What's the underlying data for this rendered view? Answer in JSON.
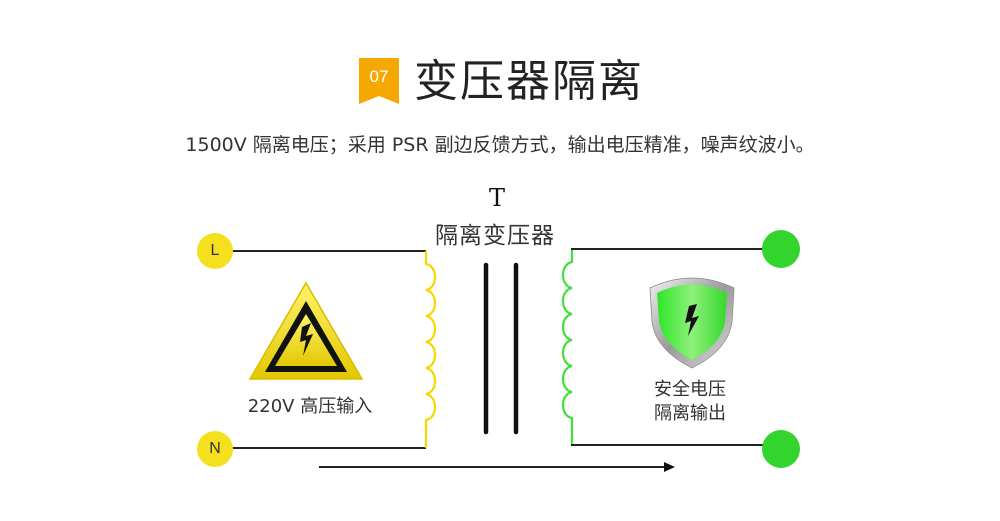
{
  "header": {
    "badge_number": "07",
    "badge_color": "#f5a800",
    "title": "变压器隔离",
    "subtitle": "1500V 隔离电压；采用 PSR 副边反馈方式，输出电压精准，噪声纹波小。"
  },
  "diagram": {
    "transformer_symbol": "T",
    "transformer_label": "隔离变压器",
    "input": {
      "terminal_top": "L",
      "terminal_bottom": "N",
      "terminal_color": "#f5e020",
      "coil_color": "#f5d800",
      "icon": "high-voltage-warning-icon",
      "label": "220V 高压输入"
    },
    "output": {
      "terminal_color": "#33d42e",
      "coil_color": "#44e03a",
      "icon": "safety-shield-icon",
      "label_line1": "安全电压",
      "label_line2": "隔离输出"
    },
    "arrow": "flow-arrow-right"
  }
}
